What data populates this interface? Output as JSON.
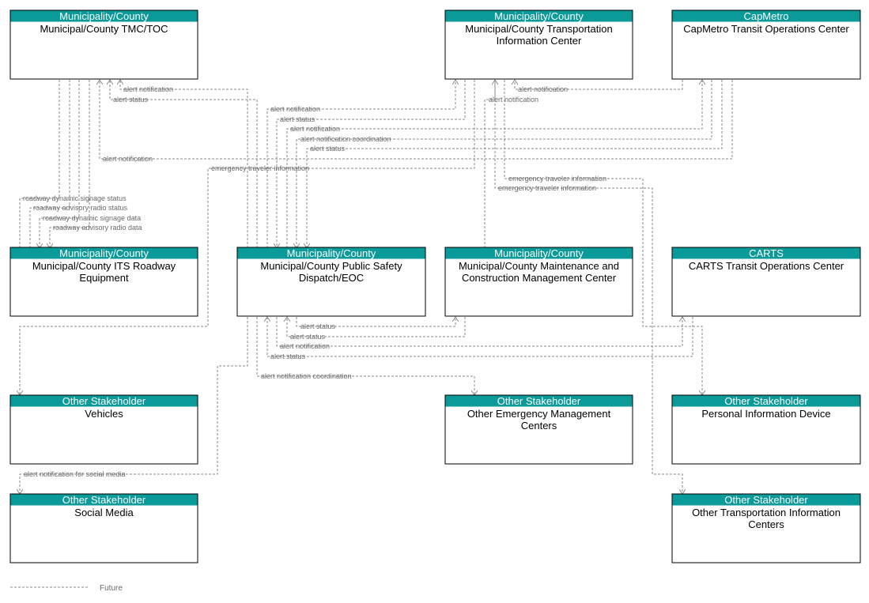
{
  "colors": {
    "header": "#0a9a9a",
    "line": "#8a8a8a",
    "label": "#6a6a6a"
  },
  "nodes": {
    "tmc": {
      "group": "Municipality/County",
      "title": [
        "Municipal/County TMC/TOC"
      ]
    },
    "tic": {
      "group": "Municipality/County",
      "title": [
        "Municipal/County Transportation",
        "Information Center"
      ]
    },
    "capmetro": {
      "group": "CapMetro",
      "title": [
        "CapMetro Transit Operations Center"
      ]
    },
    "its": {
      "group": "Municipality/County",
      "title": [
        "Municipal/County ITS Roadway",
        "Equipment"
      ]
    },
    "psd": {
      "group": "Municipality/County",
      "title": [
        "Municipal/County Public Safety",
        "Dispatch/EOC"
      ]
    },
    "mcm": {
      "group": "Municipality/County",
      "title": [
        "Municipal/County Maintenance and",
        "Construction Management Center"
      ]
    },
    "carts": {
      "group": "CARTS",
      "title": [
        "CARTS Transit Operations Center"
      ]
    },
    "vehicles": {
      "group": "Other Stakeholder",
      "title": [
        "Vehicles"
      ]
    },
    "oemc": {
      "group": "Other Stakeholder",
      "title": [
        "Other Emergency Management",
        "Centers"
      ]
    },
    "pid": {
      "group": "Other Stakeholder",
      "title": [
        "Personal Information Device"
      ]
    },
    "social": {
      "group": "Other Stakeholder",
      "title": [
        "Social Media"
      ]
    },
    "otic": {
      "group": "Other Stakeholder",
      "title": [
        "Other Transportation Information",
        "Centers"
      ]
    }
  },
  "flows": {
    "f01": "alert notification",
    "f02": "alert status",
    "f03": "alert notification",
    "f04": "alert notification",
    "f05": "alert status",
    "f06": "alert notification",
    "f07": "alert notification coordination",
    "f08": "alert status",
    "f09": "alert notification",
    "f10": "emergency traveler information",
    "f11": "emergency traveler information",
    "f12": "emergency traveler information",
    "f13": "roadway dynamic signage status",
    "f14": "roadway advisory radio status",
    "f15": "roadway dynamic signage data",
    "f16": "roadway advisory radio data",
    "f17": "alert notification",
    "f18": "alert status",
    "f19": "alert notification",
    "f20": "alert status",
    "f21": "alert notification coordination",
    "f22": "alert notification for social media"
  },
  "legend": {
    "future": "Future"
  }
}
